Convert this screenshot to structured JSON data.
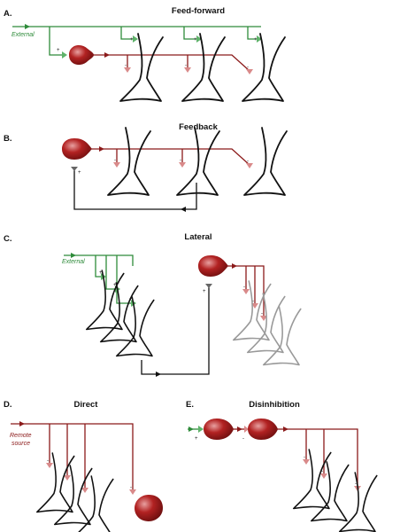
{
  "panels": {
    "a": {
      "letter": "A.",
      "title": "Feed-forward",
      "input_label": "External"
    },
    "b": {
      "letter": "B.",
      "title": "Feedback"
    },
    "c": {
      "letter": "C.",
      "title": "Lateral",
      "input_label": "External"
    },
    "d": {
      "letter": "D.",
      "title": "Direct",
      "input_label_line1": "Remote",
      "input_label_line2": "source"
    },
    "e": {
      "letter": "E.",
      "title": "Disinhibition"
    }
  },
  "signs": {
    "plus": "+",
    "minus": "-"
  },
  "colors": {
    "excitatory": "#2e8b3a",
    "inhibitory": "#8b1a1a",
    "feedback": "#111111",
    "soma": "#b22222"
  }
}
